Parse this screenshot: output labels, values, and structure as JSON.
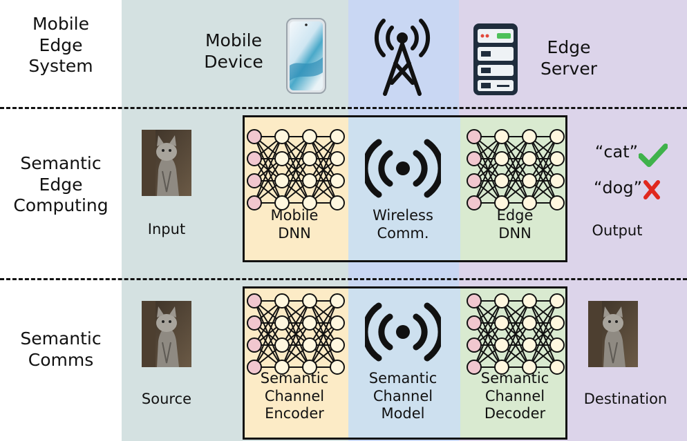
{
  "rows": {
    "mobile_edge_system": {
      "label": "Mobile\nEdge\nSystem"
    },
    "semantic_edge_computing": {
      "label": "Semantic\nEdge\nComputing"
    },
    "semantic_comms": {
      "label": "Semantic\nComms"
    }
  },
  "system": {
    "mobile_device_label": "Mobile\nDevice",
    "edge_server_label": "Edge\nServer",
    "icons": [
      "smartphone-icon",
      "cell-tower-icon",
      "server-rack-icon"
    ]
  },
  "edge_computing": {
    "input_label": "Input",
    "mobile_dnn_label": "Mobile\nDNN",
    "wireless_label": "Wireless\nComm.",
    "edge_dnn_label": "Edge\nDNN",
    "output_label": "Output",
    "output_correct": "“cat”",
    "output_wrong": "“dog”"
  },
  "comms": {
    "source_label": "Source",
    "encoder_label": "Semantic\nChannel\nEncoder",
    "channel_label": "Semantic\nChannel\nModel",
    "decoder_label": "Semantic\nChannel\nDecoder",
    "destination_label": "Destination"
  },
  "colors": {
    "mobile_column": "#d4e1e1",
    "wireless_column": "#c9d7f3",
    "edge_column": "#dcd4ea",
    "mobile_block": "#fcebc6",
    "wireless_block": "#cde0ef",
    "edge_block": "#d9ead0",
    "neuron_pink": "#f1c7cf",
    "neuron_cream": "#fff7df",
    "check_green": "#3fb24b",
    "cross_red": "#e0281e"
  }
}
